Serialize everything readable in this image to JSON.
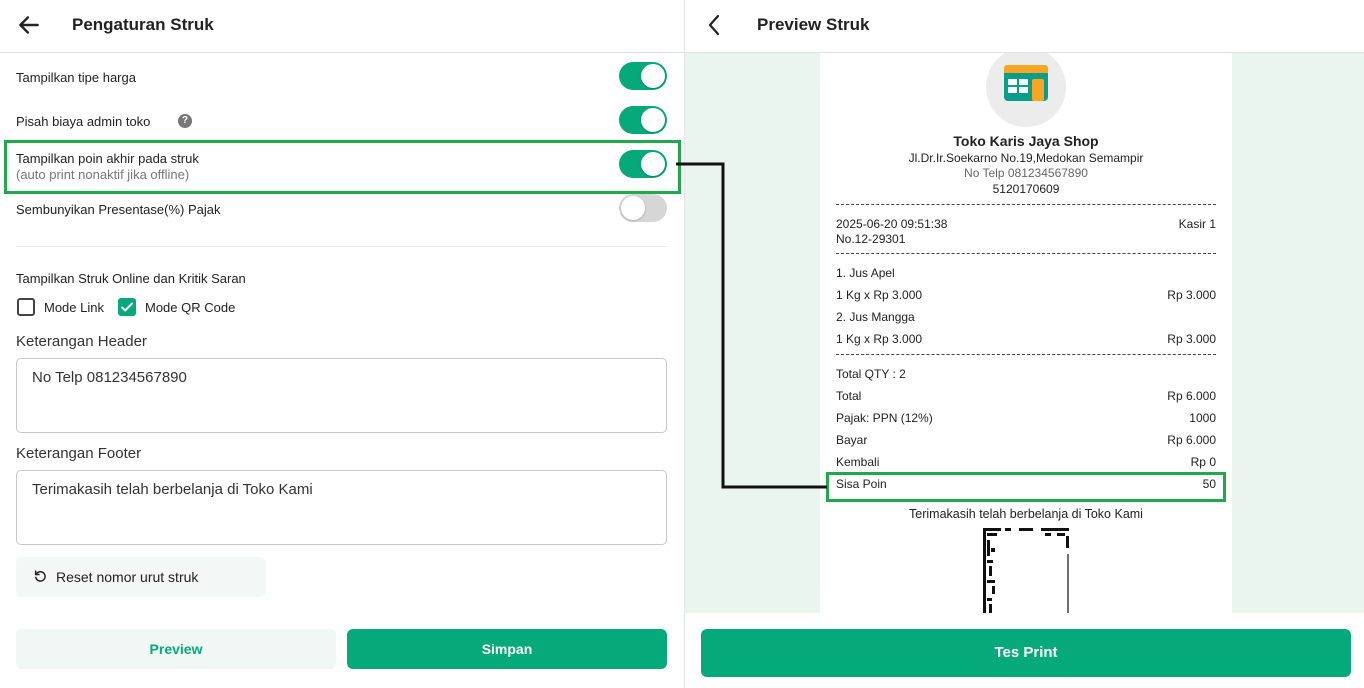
{
  "settings": {
    "title": "Pengaturan Struk",
    "rows": [
      {
        "label": "Tampilkan tipe harga",
        "on": true
      },
      {
        "label": "Pisah biaya admin toko",
        "on": true
      },
      {
        "label": "Tampilkan poin akhir pada struk",
        "sub": "(auto print nonaktif jika offline)",
        "on": true
      },
      {
        "label": "Sembunyikan Presentase(%) Pajak",
        "on": false
      }
    ],
    "help_icon": "?",
    "online_section_label": "Tampilkan Struk Online dan Kritik Saran",
    "mode_link_label": "Mode Link",
    "mode_qr_label": "Mode QR Code",
    "header_label": "Keterangan Header",
    "header_value": "No Telp 081234567890",
    "footer_label": "Keterangan Footer",
    "footer_value": "Terimakasih telah berbelanja di Toko Kami",
    "reset_label": "Reset nomor urut struk",
    "preview_label": "Preview",
    "save_label": "Simpan"
  },
  "preview": {
    "title": "Preview Struk",
    "receipt": {
      "store_name": "Toko Karis Jaya Shop",
      "address": "Jl.Dr.Ir.Soekarno No.19,Medokan Semampir",
      "phone": "No Telp 081234567890",
      "code": "5120170609",
      "datetime": "2025-06-20 09:51:38",
      "cashier": "Kasir 1",
      "number": "No.12-29301",
      "items": [
        {
          "name": "1. Jus Apel",
          "qty_line": "1 Kg x Rp 3.000",
          "amount": "Rp 3.000"
        },
        {
          "name": "2. Jus Mangga",
          "qty_line": "1 Kg x Rp 3.000",
          "amount": "Rp 3.000"
        }
      ],
      "total_qty": "Total QTY : 2",
      "summary": [
        {
          "label": "Total",
          "value": "Rp 6.000"
        },
        {
          "label": "Pajak: PPN (12%)",
          "value": "1000"
        },
        {
          "label": "Bayar",
          "value": "Rp 6.000"
        },
        {
          "label": "Kembali",
          "value": "Rp 0"
        },
        {
          "label": "Sisa Poin",
          "value": "50"
        }
      ],
      "footer": "Terimakasih telah berbelanja di Toko Kami"
    },
    "print_label": "Tes Print"
  },
  "colors": {
    "accent": "#06a97a",
    "highlight": "#1fa94c",
    "preview_bg": "#eaf5ef",
    "toggle_off": "#d6d6d6"
  },
  "icons": {
    "back": "arrow-left-icon",
    "back_right": "chevron-left-icon",
    "help": "help-circle-icon",
    "reset": "refresh-icon",
    "store": "store-icon",
    "check": "check-icon"
  }
}
